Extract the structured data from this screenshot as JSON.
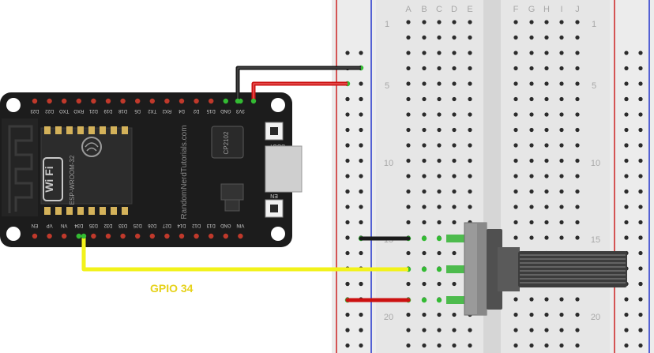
{
  "breadboard": {
    "columns_left": [
      "A",
      "B",
      "C",
      "D",
      "E"
    ],
    "columns_right": [
      "F",
      "G",
      "H",
      "I",
      "J"
    ],
    "row_numbers_left": [
      "1",
      "5",
      "10",
      "15",
      "20"
    ],
    "row_numbers_right": [
      "1",
      "5",
      "10",
      "15",
      "20"
    ]
  },
  "esp32": {
    "top_pins": [
      "D23",
      "D22",
      "TXO",
      "RXO",
      "D21",
      "D19",
      "D18",
      "D5",
      "TX2",
      "RX2",
      "D4",
      "D2",
      "D15",
      "GND",
      "3V3"
    ],
    "bottom_pins": [
      "EN",
      "VP",
      "VN",
      "D34",
      "D35",
      "D32",
      "D33",
      "D25",
      "D26",
      "D27",
      "D14",
      "D12",
      "D13",
      "GND",
      "VIN"
    ],
    "module_text": "ESP-WROOM-32",
    "chip_text": "CP2102",
    "wifi_text": "Wi Fi",
    "watermark": "RandomNerdTutorials.com",
    "boot_label": "BOOT",
    "en_label": "EN"
  },
  "annotation": {
    "gpio_label": "GPIO 34"
  },
  "colors": {
    "wire_yellow": "#f2f21a",
    "wire_red": "#cc1111",
    "wire_black": "#1a1a1a",
    "board_body": "#1c1c1c",
    "breadboard": "#e8e8e8",
    "rail_red": "#cc2222",
    "rail_blue": "#2233cc",
    "gpio_label": "#e6d21a"
  }
}
